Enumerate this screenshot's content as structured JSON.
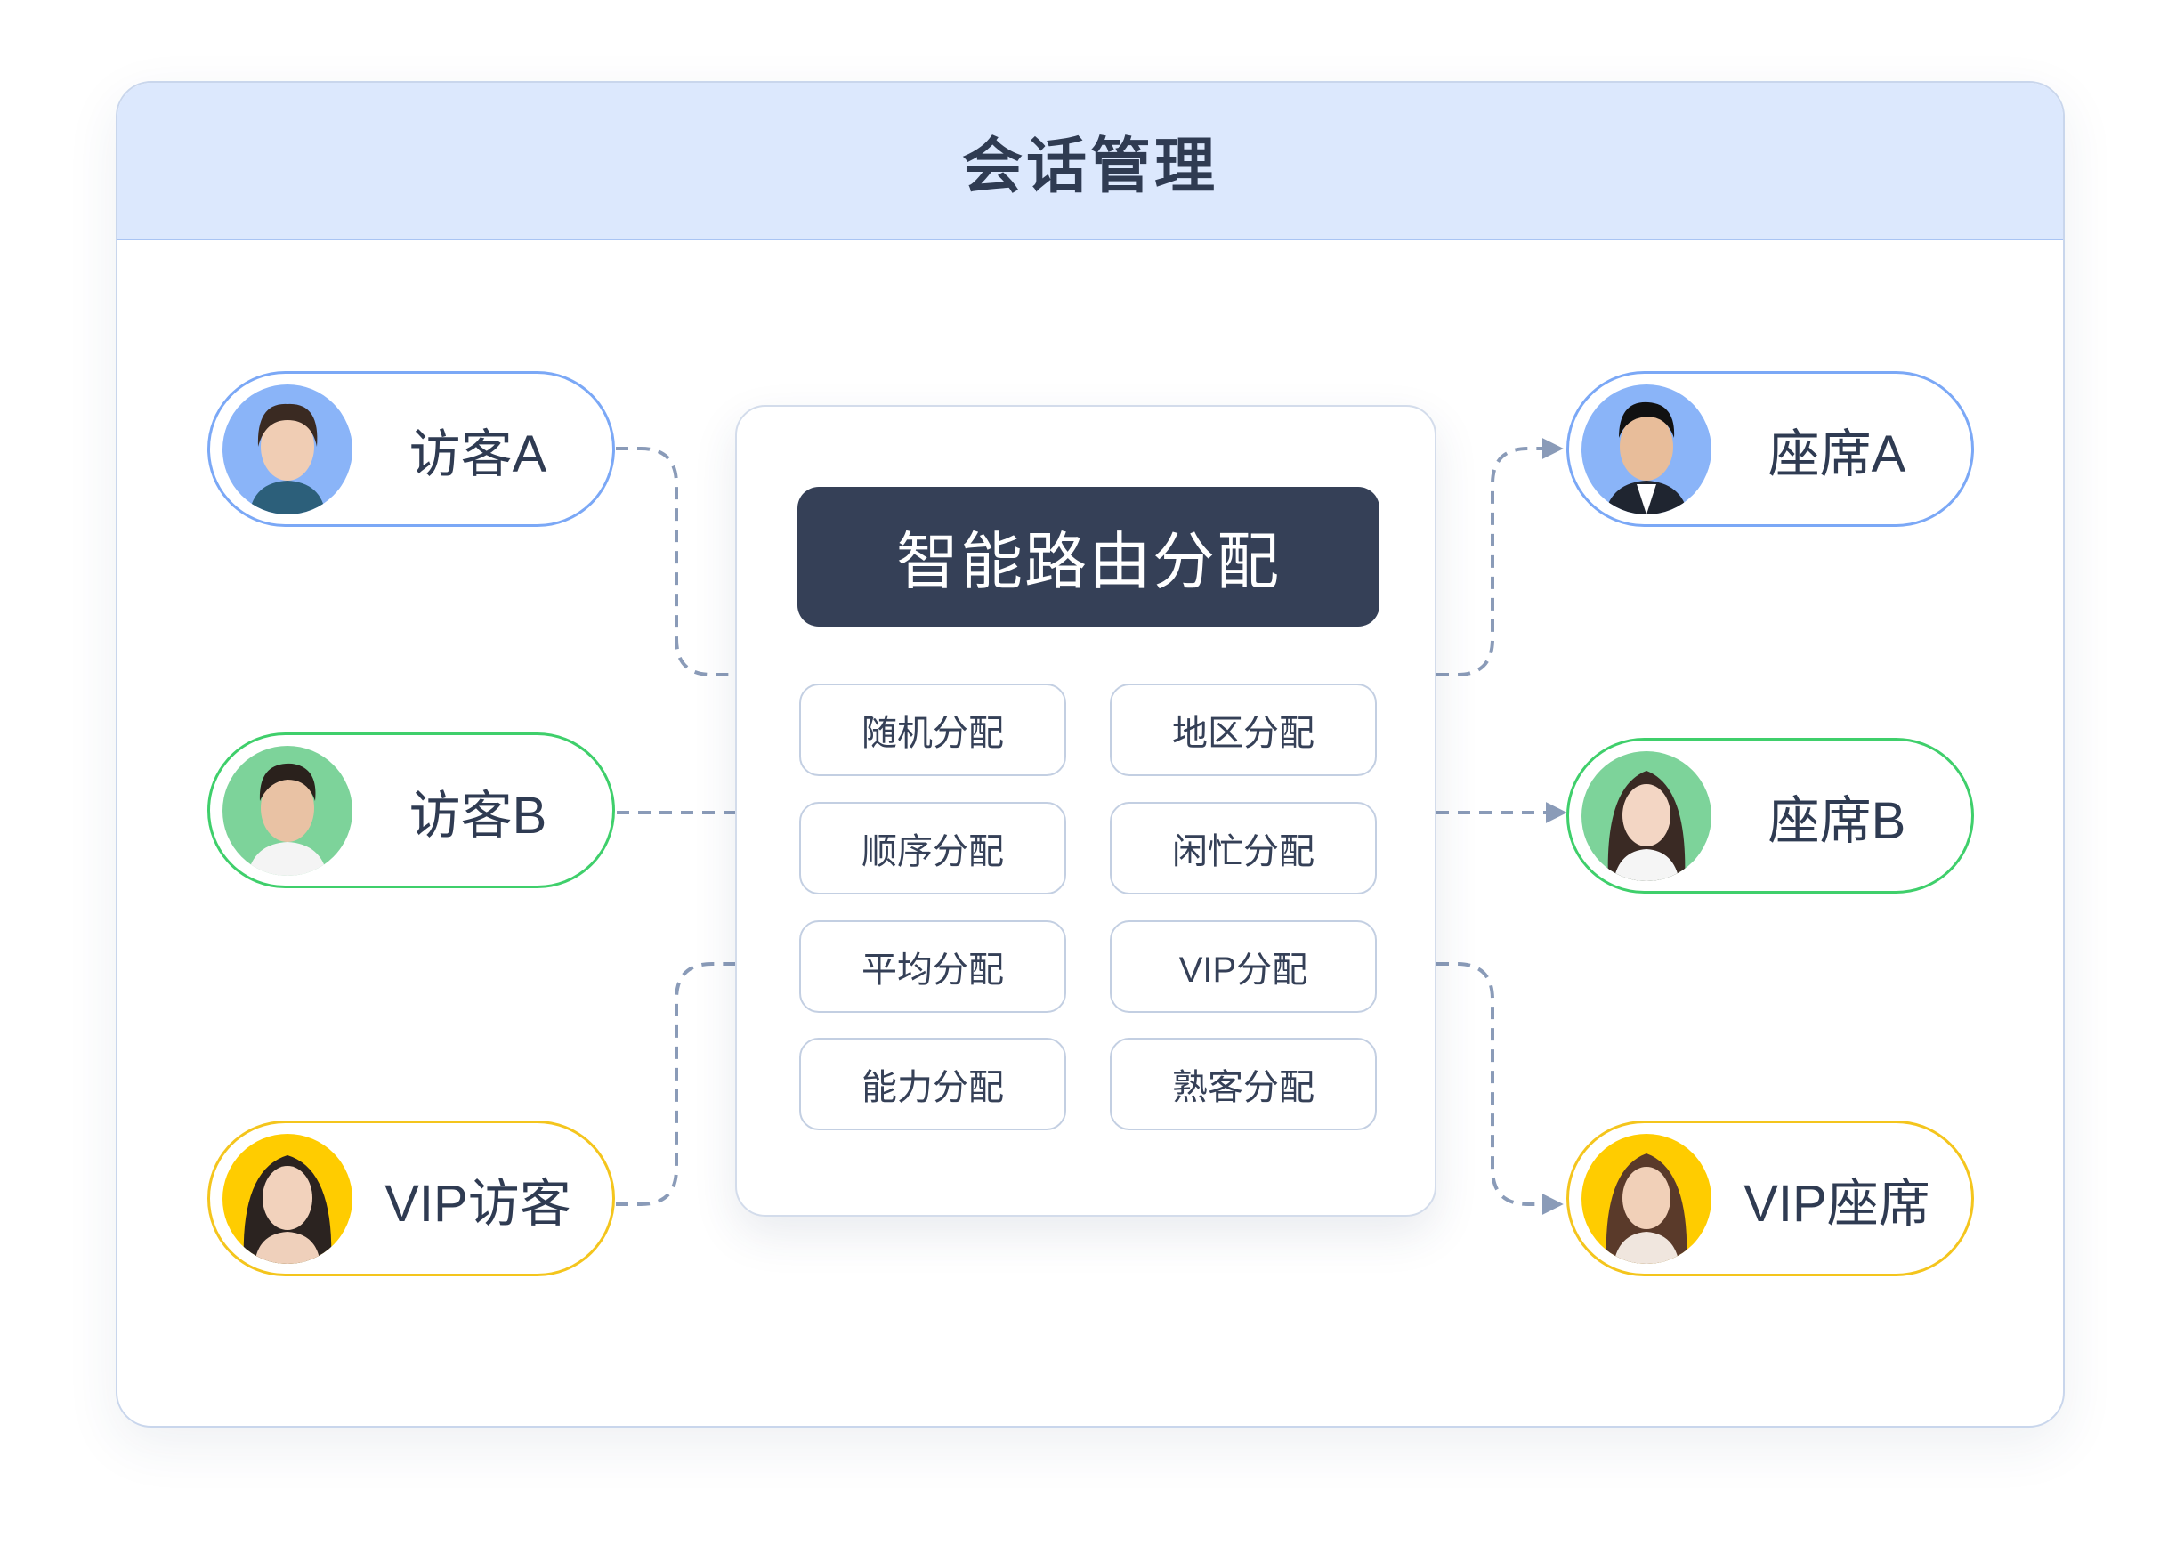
{
  "header": {
    "title": "会话管理"
  },
  "router": {
    "title": "智能路由分配"
  },
  "strategies": [
    "随机分配",
    "地区分配",
    "顺序分配",
    "闲忙分配",
    "平均分配",
    "VIP分配",
    "能力分配",
    "熟客分配"
  ],
  "visitors": [
    {
      "label": "访客A",
      "color": "#8ab4f8"
    },
    {
      "label": "访客B",
      "color": "#7dd39a"
    },
    {
      "label": "VIP访客",
      "color": "#ffcc00"
    }
  ],
  "agents": [
    {
      "label": "座席A",
      "color": "#8ab4f8"
    },
    {
      "label": "座席B",
      "color": "#7dd39a"
    },
    {
      "label": "VIP座席",
      "color": "#ffcc00"
    }
  ],
  "colors": {
    "connector": "#8a9bb8",
    "router_bg": "#354057",
    "header_bg": "#dce8fd"
  }
}
